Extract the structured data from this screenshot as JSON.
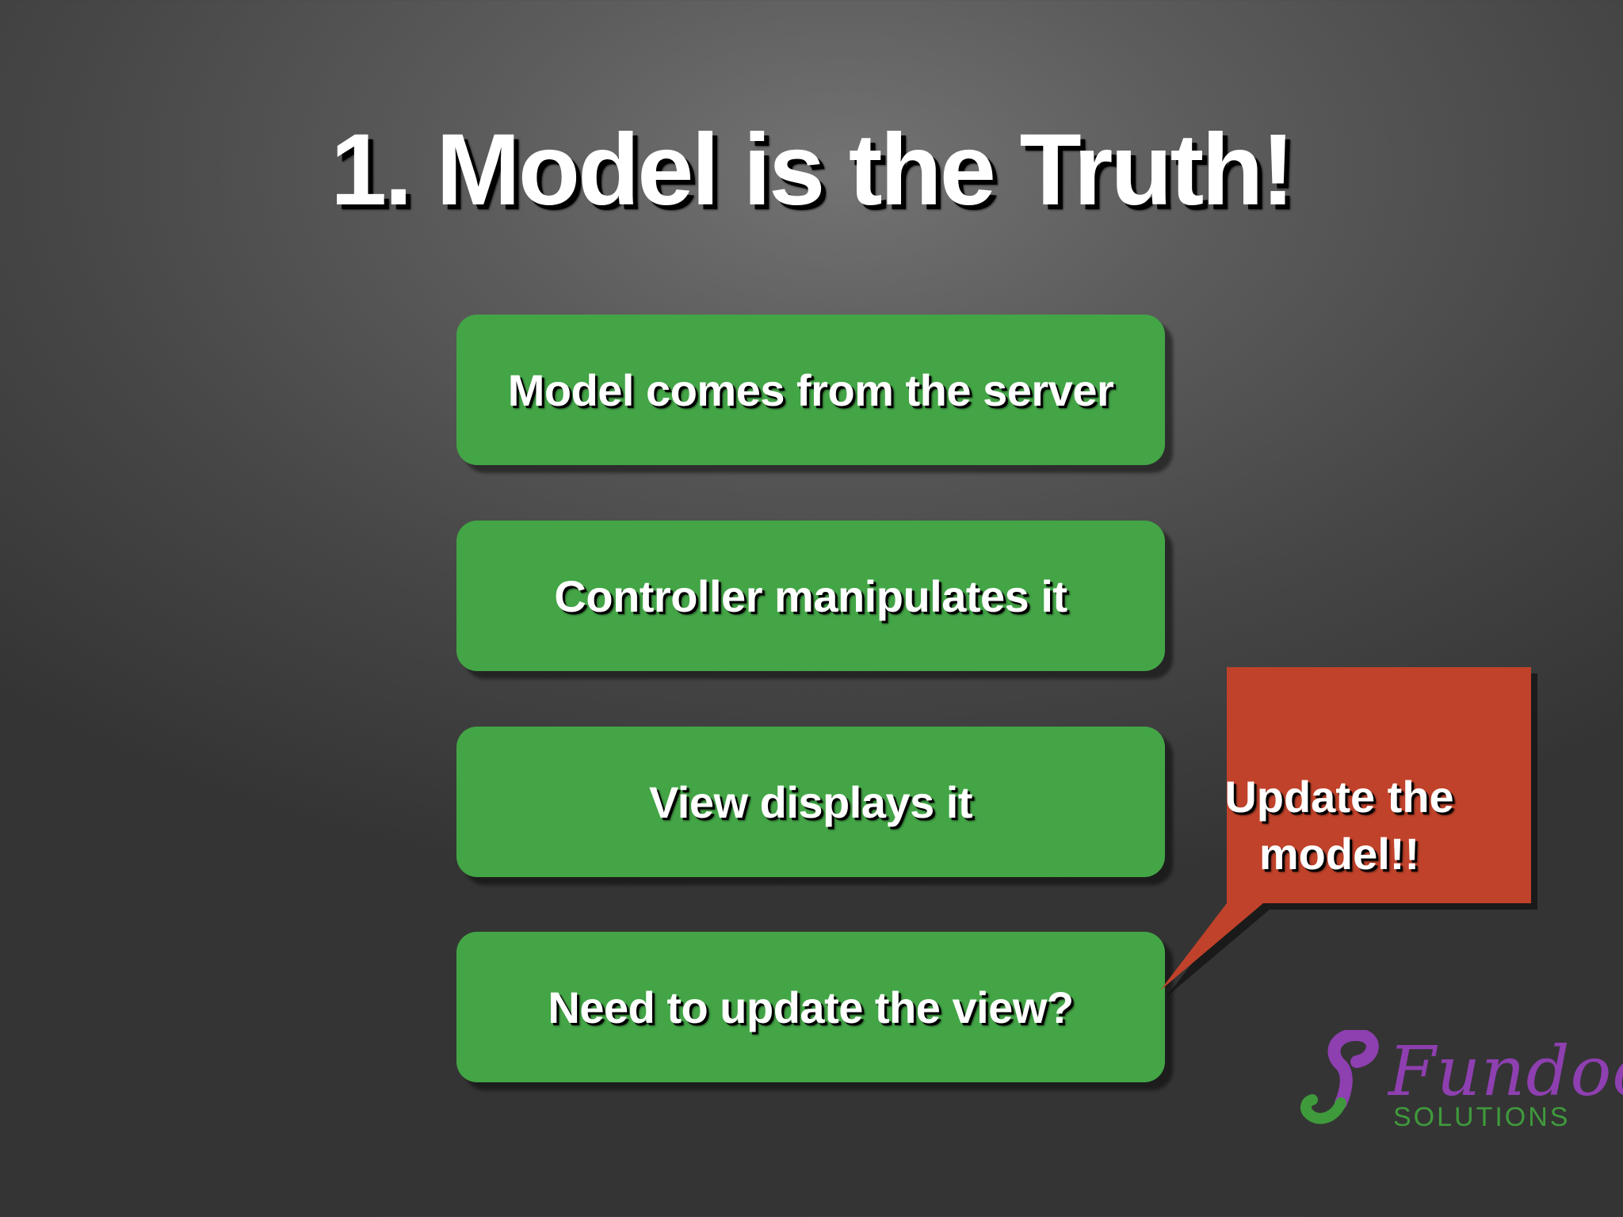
{
  "slide": {
    "title": "1. Model is the Truth!"
  },
  "steps": [
    {
      "label": "Model comes from the server"
    },
    {
      "label": "Controller manipulates it"
    },
    {
      "label": "View displays it"
    },
    {
      "label": "Need to update the view?"
    }
  ],
  "callout": {
    "text": "Update the model!!",
    "color": "#c0422a"
  },
  "logo": {
    "name": "Fundoo",
    "tagline": "SOLUTIONS",
    "name_color": "#8e3fb0",
    "tagline_color": "#3f9a3c"
  },
  "colors": {
    "step_box": "#43a546",
    "text": "#ffffff"
  }
}
